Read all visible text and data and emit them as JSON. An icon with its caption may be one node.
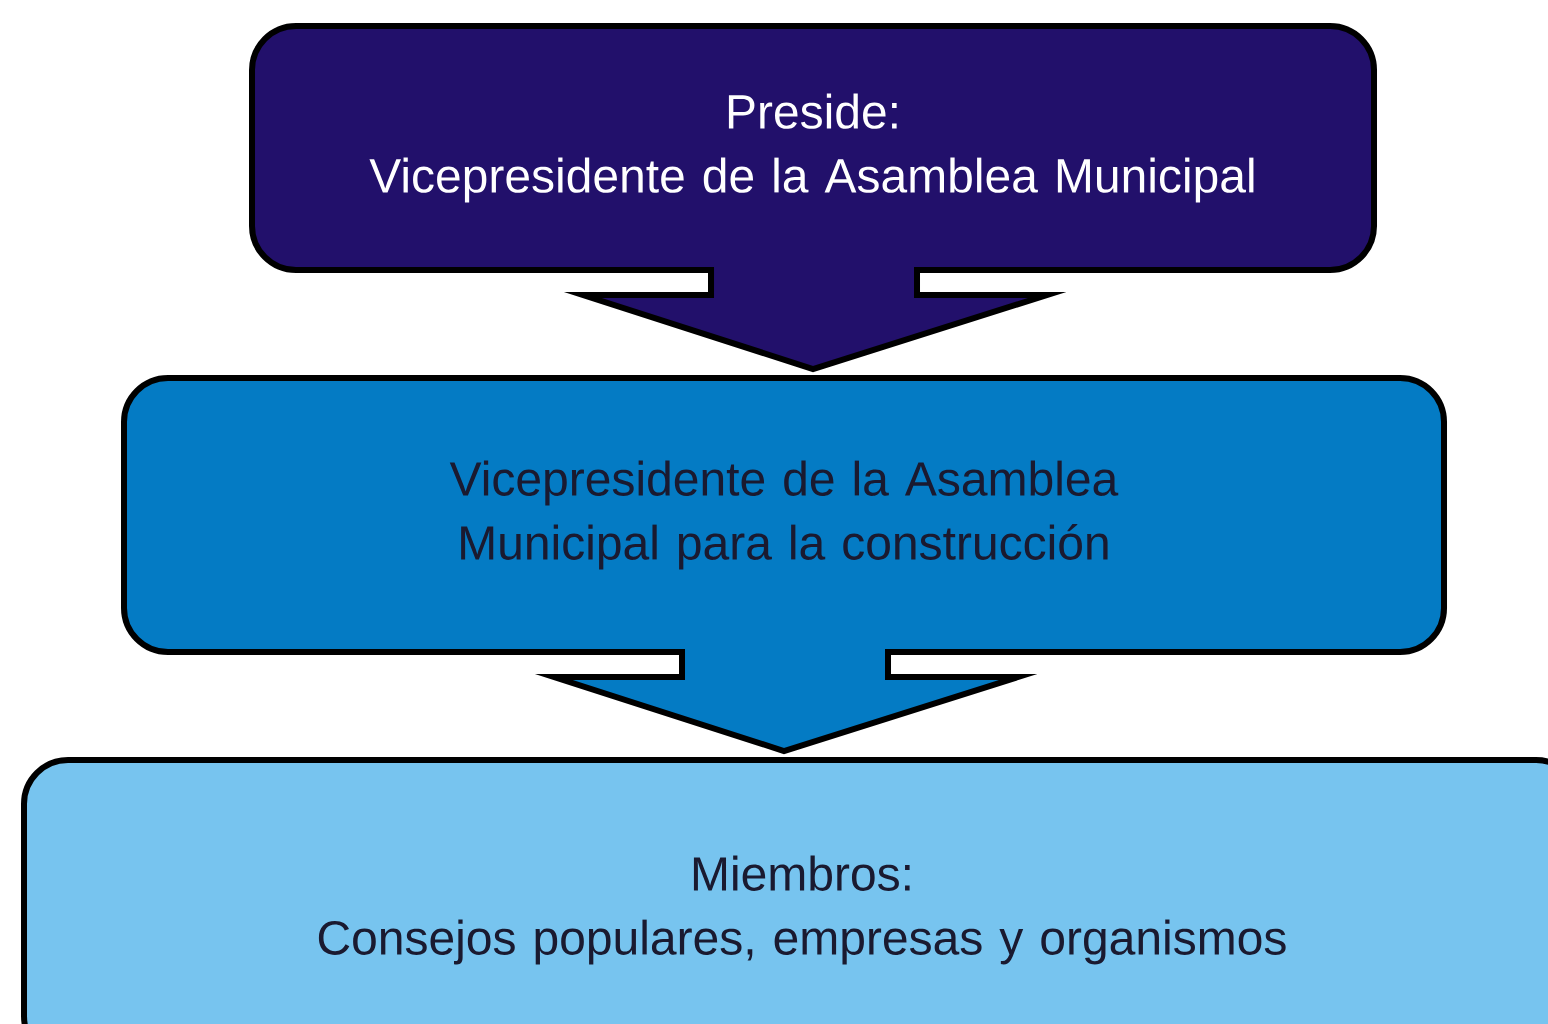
{
  "diagram": {
    "nodes": [
      {
        "text": [
          "Preside:",
          "Vicepresidente de la Asamblea Municipal"
        ]
      },
      {
        "text": [
          "Vicepresidente de la Asamblea Municipal para la construcción"
        ]
      },
      {
        "text": [
          "Miembros:",
          "Consejos populares, empresas y organismos"
        ]
      }
    ],
    "edges": [
      {
        "from": 0,
        "to": 1,
        "arrow": "to"
      },
      {
        "from": 1,
        "to": 2,
        "arrow": "to"
      }
    ]
  }
}
